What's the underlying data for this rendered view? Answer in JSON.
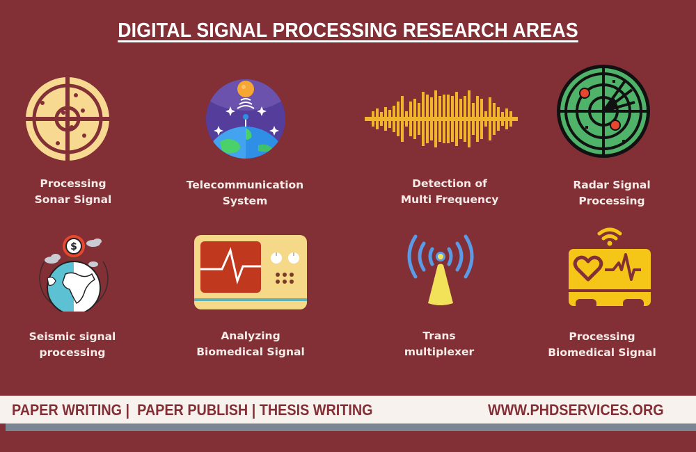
{
  "title": "DIGITAL SIGNAL PROCESSING RESEARCH AREAS",
  "areas": [
    {
      "label_line1": "Processing",
      "label_line2": "Sonar Signal",
      "icon": "sonar-target-icon"
    },
    {
      "label_line1": "Telecommunication",
      "label_line2": "System",
      "icon": "satellite-earth-icon"
    },
    {
      "label_line1": "Detection of",
      "label_line2": "Multi Frequency",
      "icon": "sound-wave-icon"
    },
    {
      "label_line1": "Radar Signal",
      "label_line2": "Processing",
      "icon": "radar-icon"
    },
    {
      "label_line1": "Seismic signal",
      "label_line2": "processing",
      "icon": "globe-location-icon"
    },
    {
      "label_line1": "Analyzing",
      "label_line2": "Biomedical Signal",
      "icon": "ecg-monitor-icon"
    },
    {
      "label_line1": "Trans",
      "label_line2": "multiplexer",
      "icon": "antenna-signal-icon"
    },
    {
      "label_line1": "Processing",
      "label_line2": "Biomedical Signal",
      "icon": "heart-monitor-wifi-icon"
    }
  ],
  "footer": {
    "services": "PAPER WRITING |  PAPER PUBLISH | THESIS WRITING",
    "website": "WWW.PHDSERVICES.ORG"
  },
  "colors": {
    "background": "#822f36",
    "footer_bar": "#f8f2ee",
    "footer_shadow": "#7a8792",
    "label_text": "#f6ebe6"
  }
}
